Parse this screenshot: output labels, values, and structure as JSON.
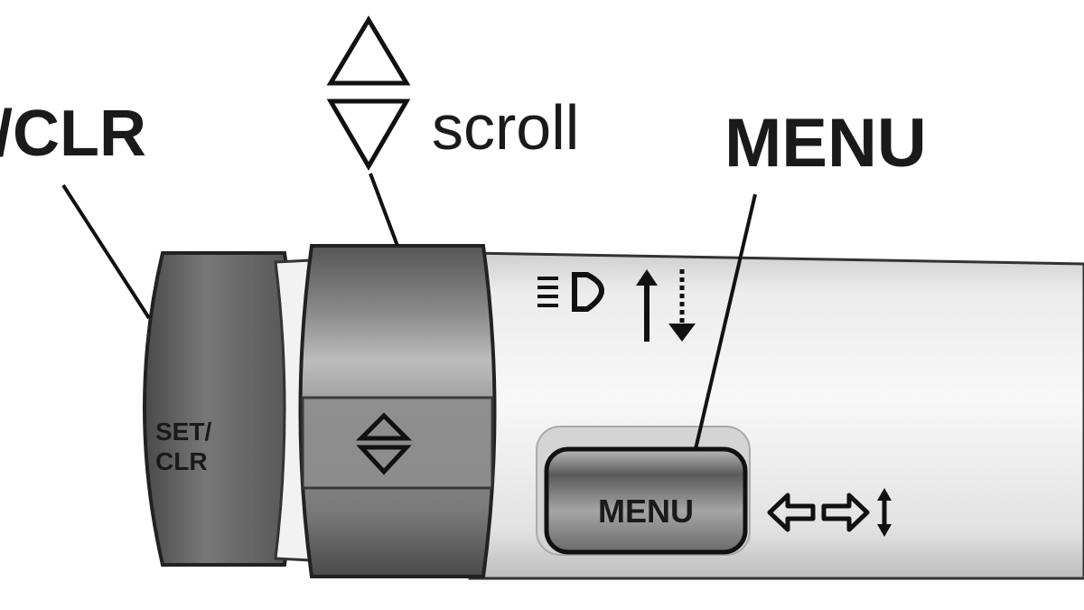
{
  "callouts": {
    "set_clr": "/CLR",
    "scroll": "scroll",
    "menu": "MENU"
  },
  "stalk": {
    "set_clr_line1": "SET/",
    "set_clr_line2": "CLR",
    "menu_button": "MENU"
  },
  "icons": [
    "headlamp-icon",
    "arrow-up-icon",
    "arrow-down-dashed-icon",
    "scroll-up-triangle-icon",
    "scroll-down-triangle-icon",
    "arrow-left-outline-icon",
    "arrow-right-outline-icon",
    "arrow-updown-icon"
  ]
}
